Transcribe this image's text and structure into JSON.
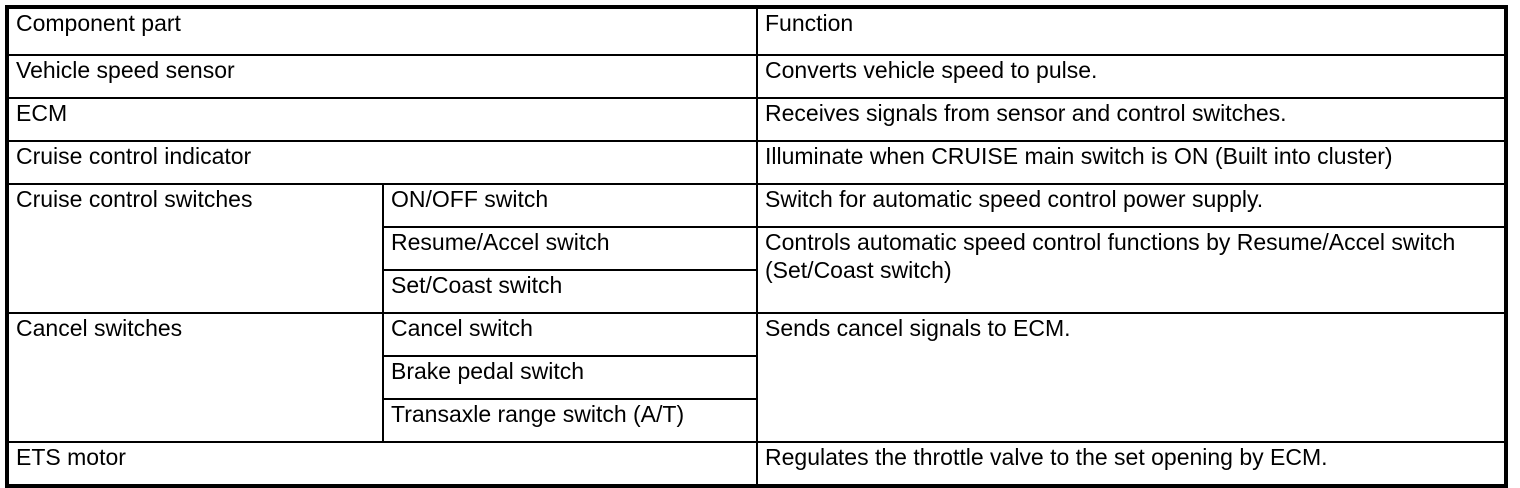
{
  "table": {
    "headers": {
      "component_part": "Component part",
      "function": "Function"
    },
    "rows": [
      {
        "component": "Vehicle speed sensor",
        "sub": null,
        "function": "Converts vehicle speed to pulse."
      },
      {
        "component": "ECM",
        "sub": null,
        "function": "Receives signals from sensor and control switches."
      },
      {
        "component": "Cruise control indicator",
        "sub": null,
        "function": "Illuminate when CRUISE main switch is ON (Built into cluster)"
      },
      {
        "component": "Cruise control switches",
        "sub": "ON/OFF switch",
        "function": "Switch for automatic speed control power supply."
      },
      {
        "component": null,
        "sub": "Resume/Accel switch",
        "function": "Controls automatic speed control functions by Resume/Accel switch (Set/Coast switch)"
      },
      {
        "component": null,
        "sub": "Set/Coast switch",
        "function": null
      },
      {
        "component": "Cancel switches",
        "sub": "Cancel switch",
        "function": "Sends cancel signals to ECM."
      },
      {
        "component": null,
        "sub": "Brake pedal switch",
        "function": null
      },
      {
        "component": null,
        "sub": "Transaxle range switch (A/T)",
        "function": null
      },
      {
        "component": "ETS motor",
        "sub": null,
        "function": "Regulates the throttle valve to the set opening by ECM."
      }
    ]
  },
  "colors": {
    "border": "#000000",
    "text": "#000000",
    "background": "#ffffff"
  }
}
